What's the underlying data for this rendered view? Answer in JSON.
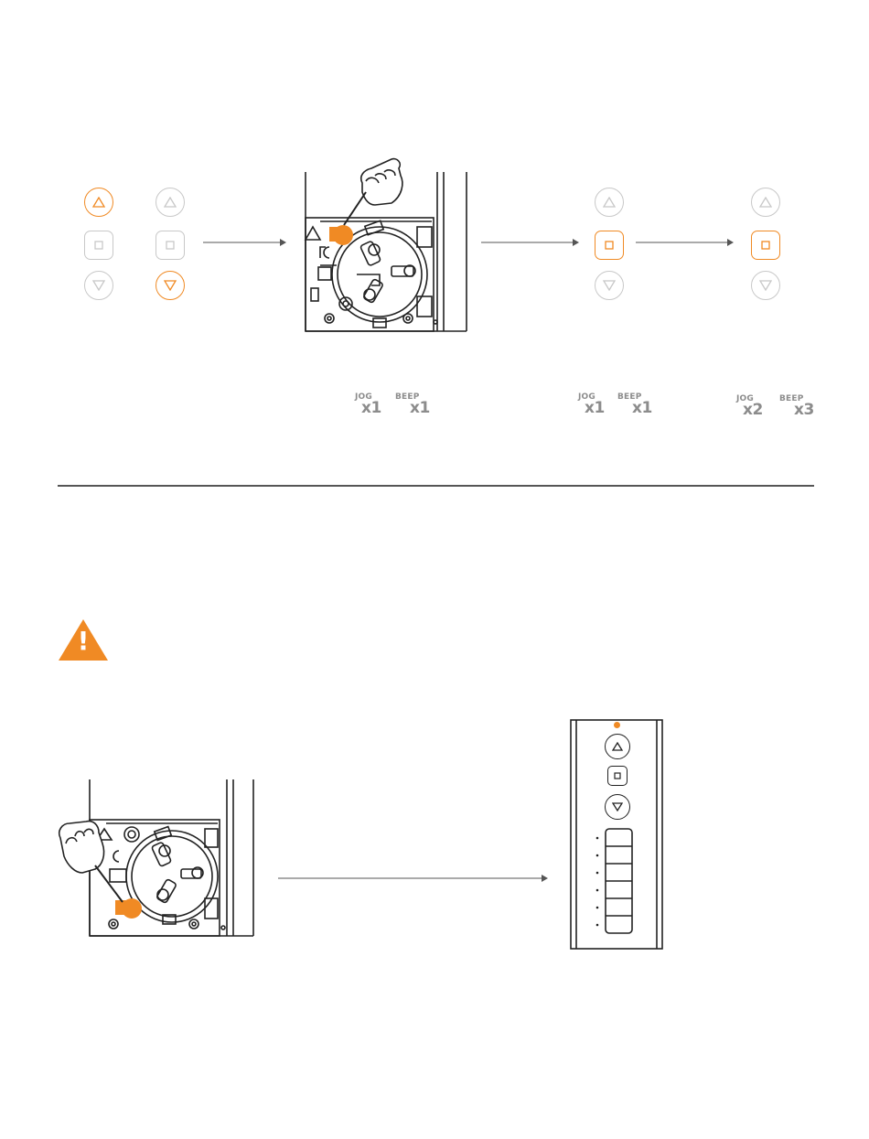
{
  "colors": {
    "accent": "#f08a24",
    "inactive": "#c8c8c8",
    "line": "#333333",
    "badge": "#8c8c8c"
  },
  "icons": [
    "up-triangle-icon",
    "stop-square-icon",
    "down-triangle-icon",
    "warning-icon",
    "hand-icon",
    "led-dot-icon"
  ],
  "step1": {
    "badges": [
      {
        "label": "JOG",
        "count": "x1"
      },
      {
        "label": "BEEP",
        "count": "x1"
      }
    ]
  },
  "step2": {
    "badges": [
      {
        "label": "JOG",
        "count": "x1"
      },
      {
        "label": "BEEP",
        "count": "x1"
      }
    ]
  },
  "step3": {
    "badges": [
      {
        "label": "JOG",
        "count": "x2"
      },
      {
        "label": "BEEP",
        "count": "x3"
      }
    ]
  },
  "warning": {
    "symbol": "!"
  }
}
